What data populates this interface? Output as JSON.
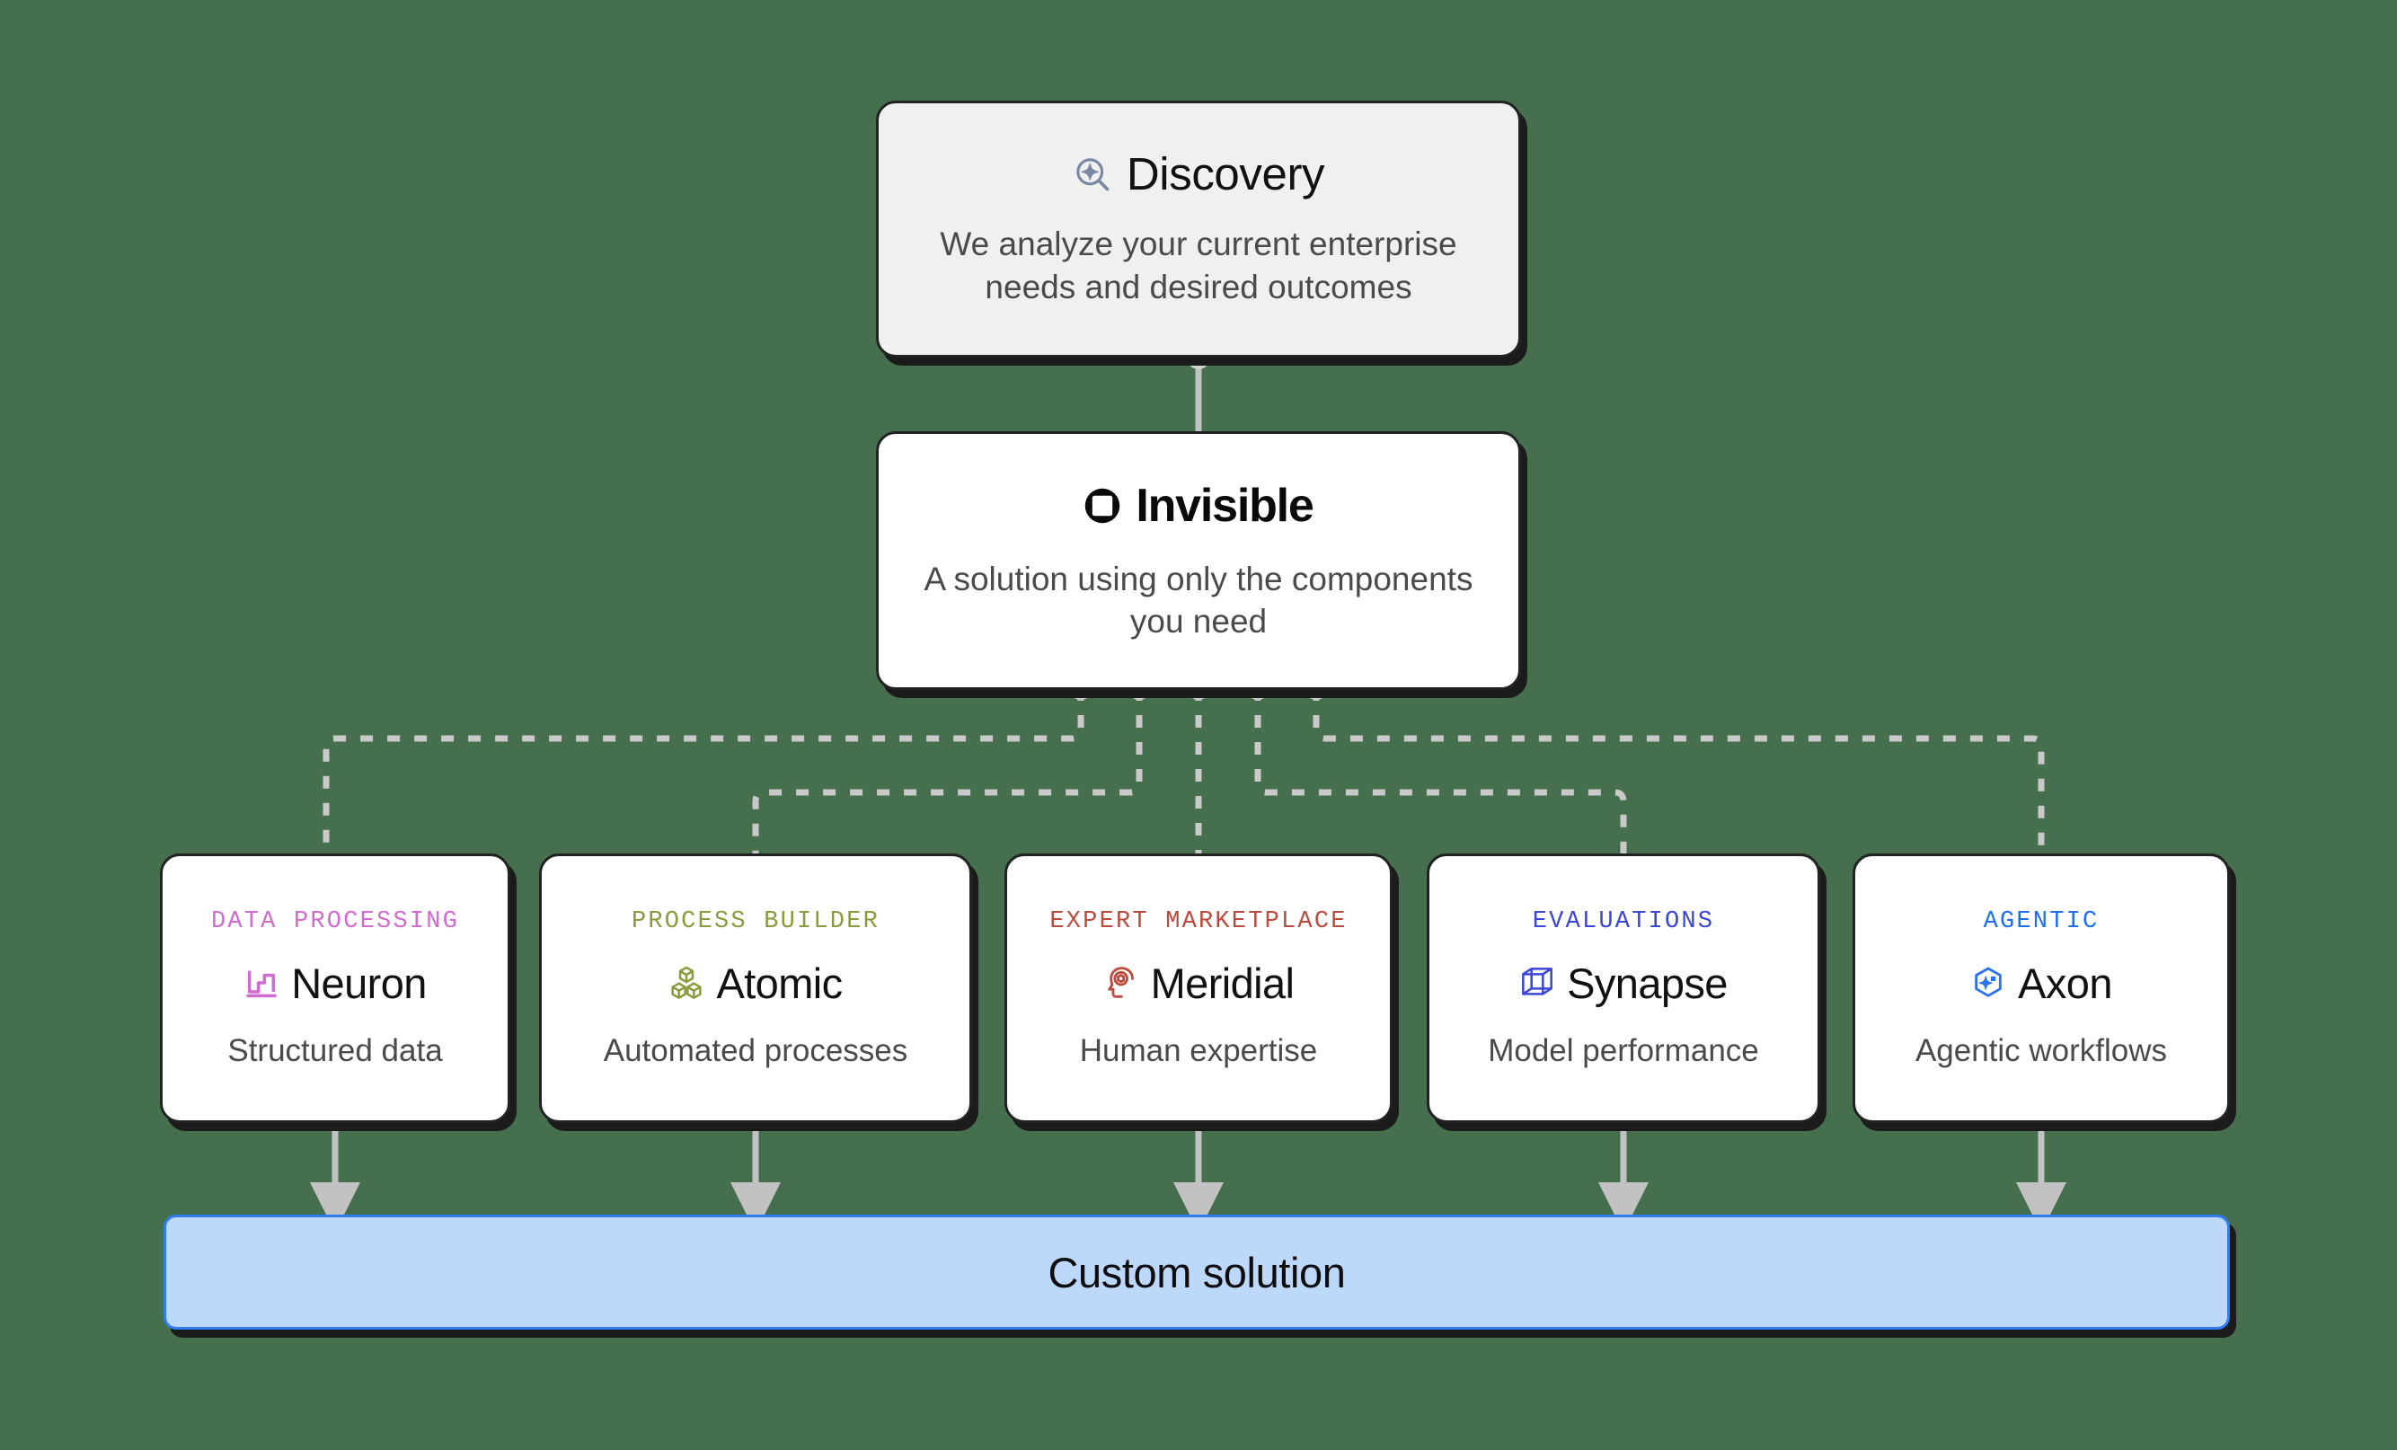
{
  "background_color": "#46704d",
  "discovery": {
    "icon": "discovery-magnifier-icon",
    "icon_color": "#7a87a3",
    "title": "Discovery",
    "description": "We analyze your current enterprise needs and desired outcomes"
  },
  "invisible": {
    "icon": "invisible-logo-icon",
    "icon_color": "#0a0a0a",
    "title": "Invisible",
    "description": "A solution using only the components you need"
  },
  "components": [
    {
      "kicker": "DATA PROCESSING",
      "kicker_color": "#d06bd0",
      "icon": "bar-chart-icon",
      "icon_color": "#d06bd0",
      "name": "Neuron",
      "subtitle": "Structured data"
    },
    {
      "kicker": "PROCESS BUILDER",
      "kicker_color": "#8a9a3c",
      "icon": "stacked-cubes-icon",
      "icon_color": "#8a9a3c",
      "name": "Atomic",
      "subtitle": "Automated processes"
    },
    {
      "kicker": "EXPERT MARKETPLACE",
      "kicker_color": "#bb4b3f",
      "icon": "head-profile-icon",
      "icon_color": "#bb4b3f",
      "name": "Meridial",
      "subtitle": "Human expertise"
    },
    {
      "kicker": "EVALUATIONS",
      "kicker_color": "#3b46d4",
      "icon": "wireframe-cube-icon",
      "icon_color": "#3b46d4",
      "name": "Synapse",
      "subtitle": "Model performance"
    },
    {
      "kicker": "AGENTIC",
      "kicker_color": "#1f6ef0",
      "icon": "hexagon-sparkle-icon",
      "icon_color": "#2a72f0",
      "name": "Axon",
      "subtitle": "Agentic workflows"
    }
  ],
  "output": {
    "label": "Custom solution",
    "fill_color": "#bed8fc",
    "border_color": "#2f7cf6"
  },
  "connectors": {
    "style_discovery_to_invisible": "solid",
    "style_invisible_to_components": "dashed",
    "style_components_to_output": "solid-arrow",
    "color": "#c9c9c9"
  }
}
